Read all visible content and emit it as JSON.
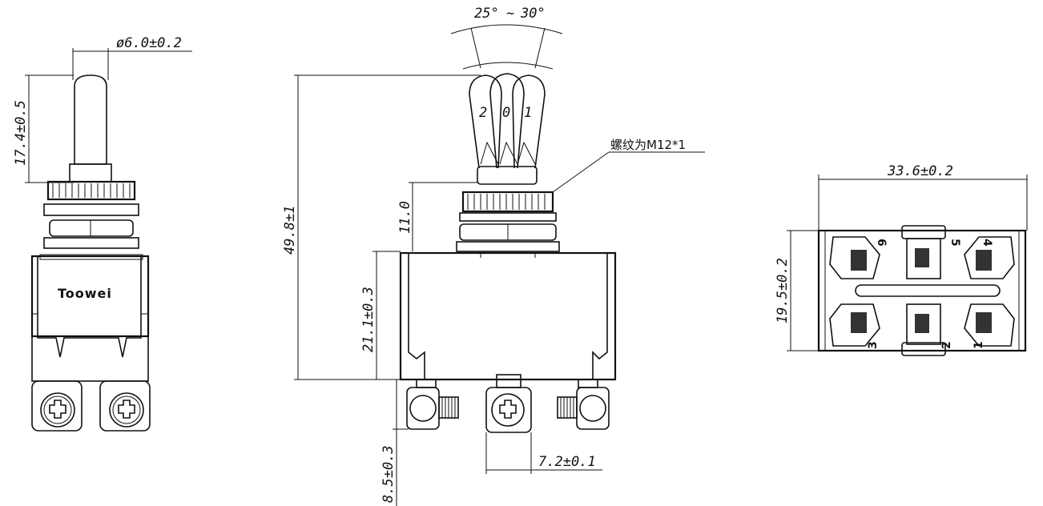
{
  "drawing": {
    "brand_text": "Toowei",
    "dims": {
      "lever_diameter": "ø6.0±0.2",
      "lever_length": "17.4±0.5",
      "total_height": "49.8±1",
      "bushing_height": "11.0",
      "body_height": "21.1±0.3",
      "terminal_height": "8.5±0.3",
      "terminal_pitch": "7.2±0.1",
      "body_width": "33.6±0.2",
      "body_depth": "19.5±0.2",
      "angle_left": "25°",
      "angle_sep": "~",
      "angle_right": "30°"
    },
    "thread_note": "螺纹为M12*1",
    "lever_positions": [
      "2",
      "0",
      "1"
    ],
    "terminal_numbers": [
      "6",
      "5",
      "4",
      "3",
      "2",
      "1"
    ]
  }
}
